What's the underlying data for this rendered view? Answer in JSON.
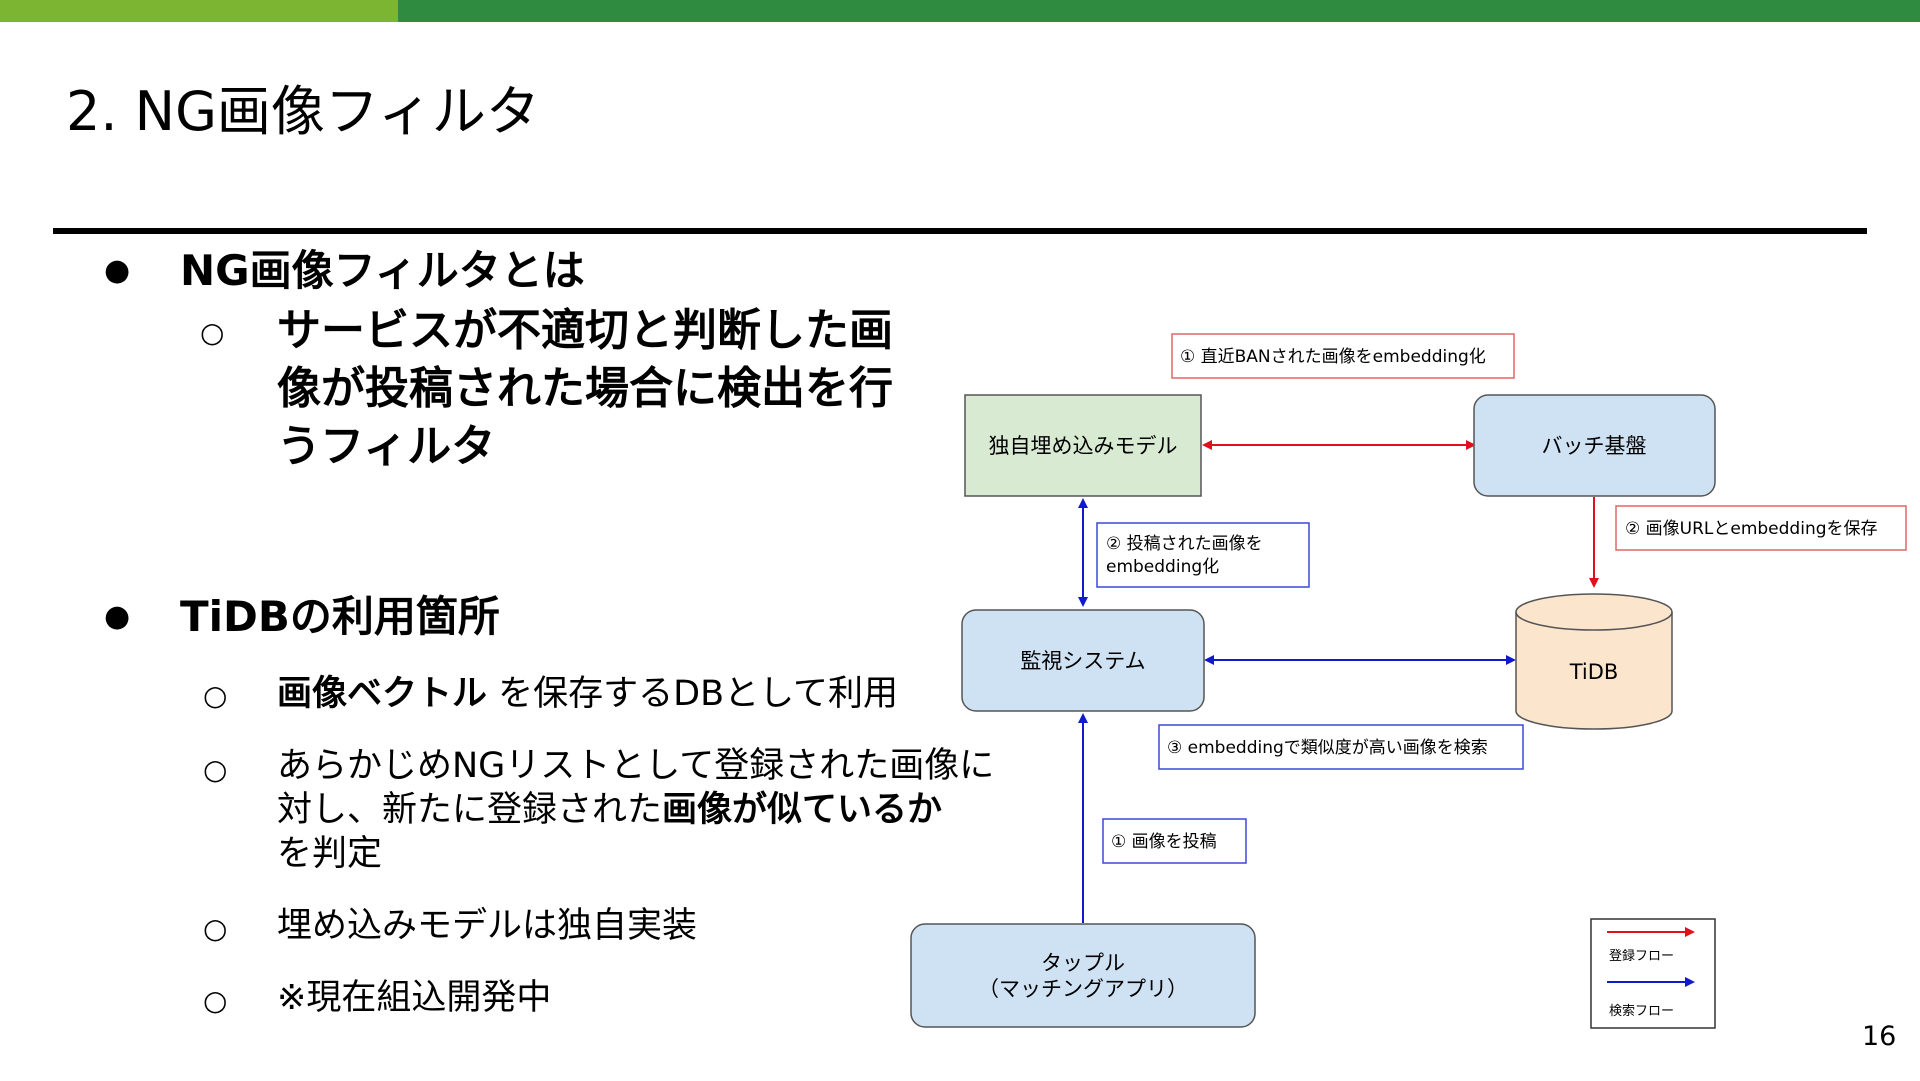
{
  "colors": {
    "bar_light": "#7cb531",
    "bar_dark": "#2e8b3f",
    "register_flow": "#e0111c",
    "search_flow": "#1119cc"
  },
  "slide": {
    "title": "2. NG画像フィルタ",
    "page_number": "16"
  },
  "bullets": {
    "b1": {
      "heading": "NG画像フィルタとは",
      "sub": [
        "サービスが不適切と判断した画",
        "像が投稿された場合に検出を行",
        "うフィルタ"
      ]
    },
    "b2": {
      "heading": "TiDBの利用箇所",
      "sub1_bold": "画像ベクトル",
      "sub1_rest": " を保存するDBとして利用",
      "sub2_line1": "あらかじめNGリストとして登録された画像に",
      "sub2_line2_a": "対し、新たに登録された",
      "sub2_line2_bold": "画像が似ているか",
      "sub2_line3": "を判定",
      "sub3": "埋め込みモデルは独自実装",
      "sub4": "※現在組込開発中"
    }
  },
  "diagram": {
    "nodes": {
      "model": "独自埋め込みモデル",
      "batch": "バッチ基盤",
      "monitor": "監視システム",
      "tidb": "TiDB",
      "app_line1": "タップル",
      "app_line2": "（マッチングアプリ）"
    },
    "notes": {
      "n1": "① 直近BANされた画像をembedding化",
      "n2": "② 画像URLとembeddingを保存",
      "n3_line1": "② 投稿された画像を",
      "n3_line2": "embedding化",
      "n4": "③ embeddingで類似度が高い画像を検索",
      "n5": "① 画像を投稿"
    },
    "legend": {
      "register": "登録フロー",
      "search": "検索フロー"
    }
  }
}
